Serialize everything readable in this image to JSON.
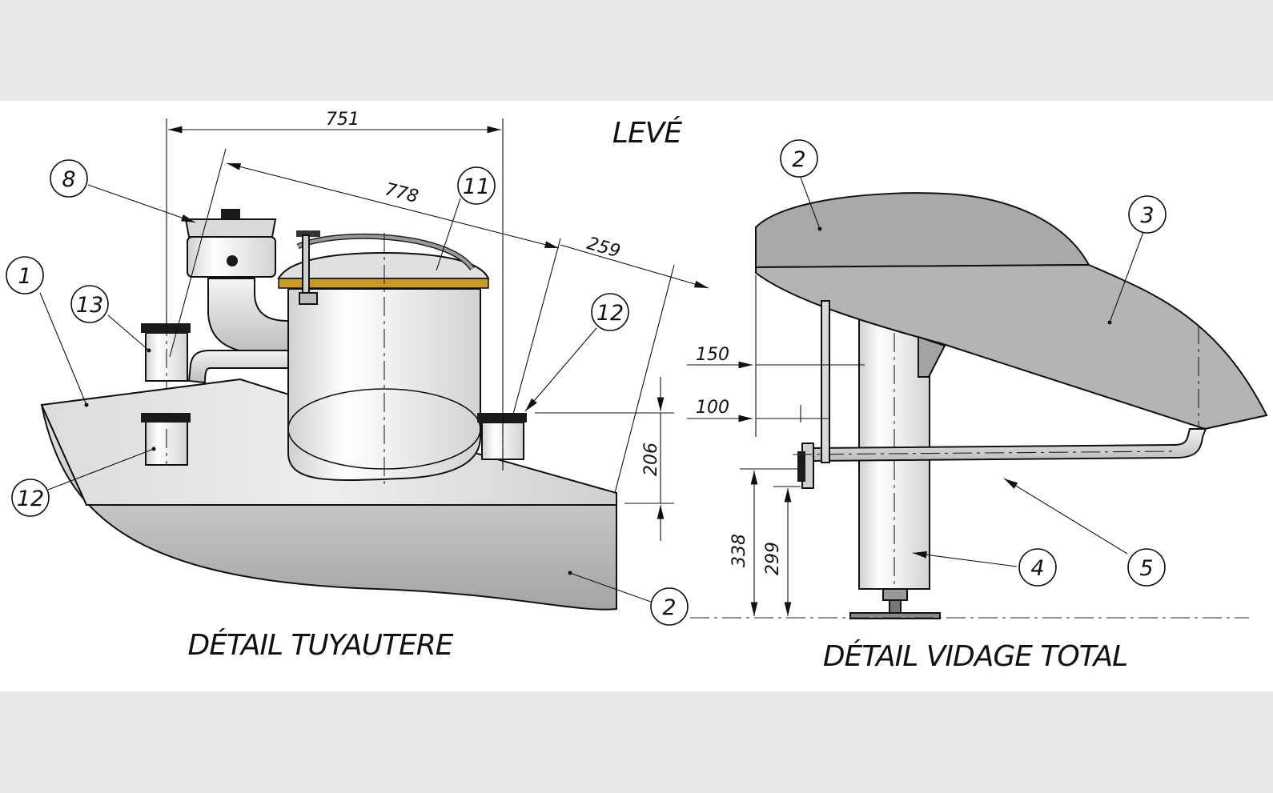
{
  "views": {
    "left_title": "DÉTAIL TUYAUTERE",
    "right_title": "DÉTAIL VIDAGE TOTAL",
    "top_label": "LEVÉ"
  },
  "dimensions": {
    "d751": "751",
    "d778": "778",
    "d259": "259",
    "d206": "206",
    "d150": "150",
    "d100": "100",
    "d338": "338",
    "d299": "299"
  },
  "callouts_left": [
    "8",
    "11",
    "1",
    "13",
    "12",
    "12",
    "2"
  ],
  "callouts_right": [
    "2",
    "3",
    "4",
    "5"
  ],
  "colors": {
    "shell_dark": "#a9a9a9",
    "shell_light": "#d6d6d6",
    "gasket": "#c89a2a",
    "cap": "#1a1a1a",
    "background": "#e8e8e8"
  }
}
